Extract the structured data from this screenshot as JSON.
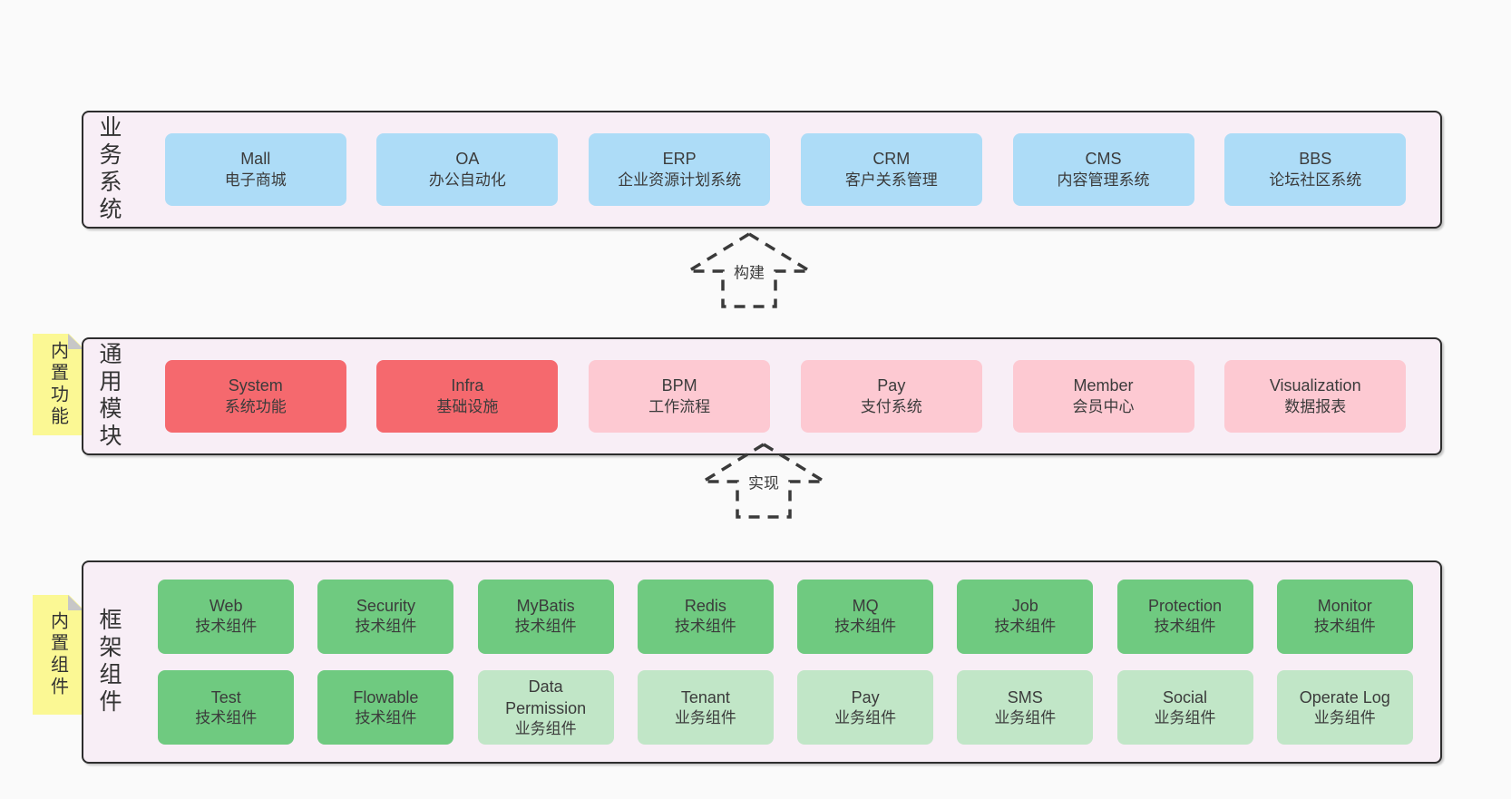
{
  "colors": {
    "page_bg": "#fafafa",
    "band_bg": "#f8eef6",
    "band_border": "#2d2d2d",
    "blue": "#addcf7",
    "red": "#f5696e",
    "pink": "#fdc9d2",
    "green": "#6fca80",
    "light_green": "#c1e6c7",
    "sticky_yellow": "#fbf894",
    "sticky_fold": "#c7c7c7",
    "text": "#3b3b3b"
  },
  "arrows": [
    {
      "label": "构建"
    },
    {
      "label": "实现"
    }
  ],
  "stickies": [
    {
      "label": "内置功能"
    },
    {
      "label": "内置组件"
    }
  ],
  "bands": [
    {
      "label": "业务系统",
      "boxes": [
        {
          "name": "Mall",
          "desc": "电子商城",
          "color": "#addcf7"
        },
        {
          "name": "OA",
          "desc": "办公自动化",
          "color": "#addcf7"
        },
        {
          "name": "ERP",
          "desc": "企业资源计划系统",
          "color": "#addcf7"
        },
        {
          "name": "CRM",
          "desc": "客户关系管理",
          "color": "#addcf7"
        },
        {
          "name": "CMS",
          "desc": "内容管理系统",
          "color": "#addcf7"
        },
        {
          "name": "BBS",
          "desc": "论坛社区系统",
          "color": "#addcf7"
        }
      ]
    },
    {
      "label": "通用模块",
      "boxes": [
        {
          "name": "System",
          "desc": "系统功能",
          "color": "#f5696e"
        },
        {
          "name": "Infra",
          "desc": "基础设施",
          "color": "#f5696e"
        },
        {
          "name": "BPM",
          "desc": "工作流程",
          "color": "#fdc9d2"
        },
        {
          "name": "Pay",
          "desc": "支付系统",
          "color": "#fdc9d2"
        },
        {
          "name": "Member",
          "desc": "会员中心",
          "color": "#fdc9d2"
        },
        {
          "name": "Visualization",
          "desc": "数据报表",
          "color": "#fdc9d2"
        }
      ]
    },
    {
      "label": "框架组件",
      "rows": [
        [
          {
            "name": "Web",
            "desc": "技术组件",
            "color": "#6fca80"
          },
          {
            "name": "Security",
            "desc": "技术组件",
            "color": "#6fca80"
          },
          {
            "name": "MyBatis",
            "desc": "技术组件",
            "color": "#6fca80"
          },
          {
            "name": "Redis",
            "desc": "技术组件",
            "color": "#6fca80"
          },
          {
            "name": "MQ",
            "desc": "技术组件",
            "color": "#6fca80"
          },
          {
            "name": "Job",
            "desc": "技术组件",
            "color": "#6fca80"
          },
          {
            "name": "Protection",
            "desc": "技术组件",
            "color": "#6fca80"
          },
          {
            "name": "Monitor",
            "desc": "技术组件",
            "color": "#6fca80"
          }
        ],
        [
          {
            "name": "Test",
            "desc": "技术组件",
            "color": "#6fca80"
          },
          {
            "name": "Flowable",
            "desc": "技术组件",
            "color": "#6fca80"
          },
          {
            "name": "Data Permission",
            "desc": "业务组件",
            "color": "#c1e6c7"
          },
          {
            "name": "Tenant",
            "desc": "业务组件",
            "color": "#c1e6c7"
          },
          {
            "name": "Pay",
            "desc": "业务组件",
            "color": "#c1e6c7"
          },
          {
            "name": "SMS",
            "desc": "业务组件",
            "color": "#c1e6c7"
          },
          {
            "name": "Social",
            "desc": "业务组件",
            "color": "#c1e6c7"
          },
          {
            "name": "Operate Log",
            "desc": "业务组件",
            "color": "#c1e6c7"
          }
        ]
      ]
    }
  ]
}
